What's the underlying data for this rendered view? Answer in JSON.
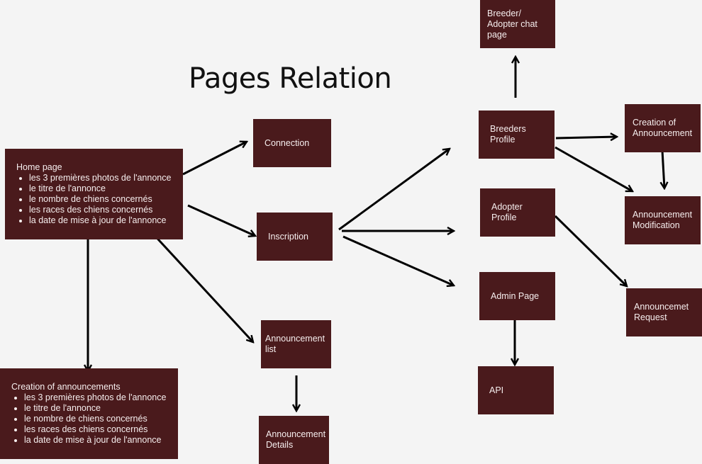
{
  "diagram": {
    "title": "Pages Relation",
    "nodes": {
      "home": {
        "heading": "Home page",
        "items": [
          "les 3 premières photos de l'annonce",
          "le titre de l'annonce",
          "le nombre de chiens concernés",
          "les races des chiens concernés",
          "la date de mise à jour de l'annonce"
        ]
      },
      "creation": {
        "heading": "Creation of announcements",
        "items": [
          "les 3 premières photos de l'annonce",
          "le titre de l'annonce",
          "le nombre de chiens concernés",
          "les races des chiens concernés",
          "la date de mise à jour de l'annonce"
        ]
      },
      "connection": "Connection",
      "inscription": "Inscription",
      "announcement_list": "Announcement\nlist",
      "announcement_details": "Announcement\nDetails",
      "breeder_chat": "Breeder/\nAdopter chat\npage",
      "breeders_profile": "Breeders\nProfile",
      "adopter_profile": "Adopter\nProfile",
      "admin_page": "Admin Page",
      "api": "API",
      "creation_of_announcement": "Creation of\nAnnouncement",
      "announcement_modification": "Announcement\nModification",
      "announcement_request": "Announcemet\nRequest"
    },
    "edges": [
      [
        "home",
        "connection"
      ],
      [
        "home",
        "inscription"
      ],
      [
        "home",
        "announcement_list"
      ],
      [
        "home",
        "creation"
      ],
      [
        "announcement_list",
        "announcement_details"
      ],
      [
        "inscription",
        "breeders_profile"
      ],
      [
        "inscription",
        "adopter_profile"
      ],
      [
        "inscription",
        "admin_page"
      ],
      [
        "breeders_profile",
        "breeder_chat"
      ],
      [
        "breeders_profile",
        "creation_of_announcement"
      ],
      [
        "breeders_profile",
        "announcement_modification"
      ],
      [
        "creation_of_announcement",
        "announcement_modification"
      ],
      [
        "adopter_profile",
        "announcement_request"
      ],
      [
        "admin_page",
        "api"
      ]
    ],
    "colors": {
      "box": "#4a1a1c",
      "box_text": "#f6eeee",
      "arrow": "#000000",
      "background": "#f4f4f4"
    }
  }
}
